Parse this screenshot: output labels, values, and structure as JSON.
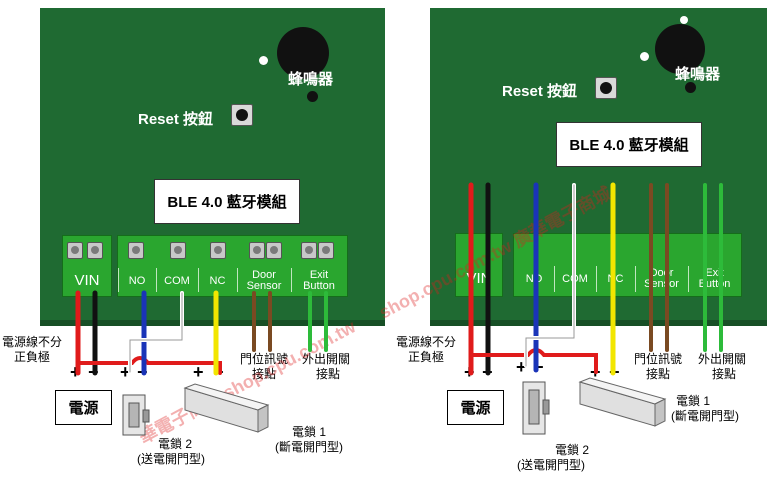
{
  "labels": {
    "reset": "Reset 按鈕",
    "buzzer": "蜂鳴器",
    "ble": "BLE 4.0 藍牙模組",
    "vin": "VIN",
    "no": "NO",
    "com": "COM",
    "nc": "NC",
    "door_sensor_1": "Door",
    "door_sensor_2": "Sensor",
    "exit_button_1": "Exit",
    "exit_button_2": "Button",
    "power_wire_line1": "電源線不分",
    "power_wire_line2": "正負極",
    "door_signal_line1": "門位訊號",
    "door_signal_line2": "接點",
    "exit_line1": "外出開關",
    "exit_line2": "接點",
    "power_supply": "電源",
    "lock2_line1": "電鎖 2",
    "lock2_line2": "(送電開門型)",
    "lock1_line1": "電鎖 1",
    "lock1_line2": "(斷電開門型)",
    "plus": "+",
    "minus": "−"
  },
  "watermark": {
    "line": "shop.cpu.com.tw 廣華電子商城",
    "left_line": "華電子商城 shop.cpu.com.tw"
  },
  "colors": {
    "board": "#1f6a32",
    "terminal": "#2aa62f",
    "wire_red": "#e01b1b",
    "wire_black": "#111111",
    "wire_blue": "#1a34b8",
    "wire_white": "#ffffff",
    "wire_yellow": "#f2e600",
    "wire_brown": "#7a4a22",
    "wire_green": "#2dbb3a"
  }
}
